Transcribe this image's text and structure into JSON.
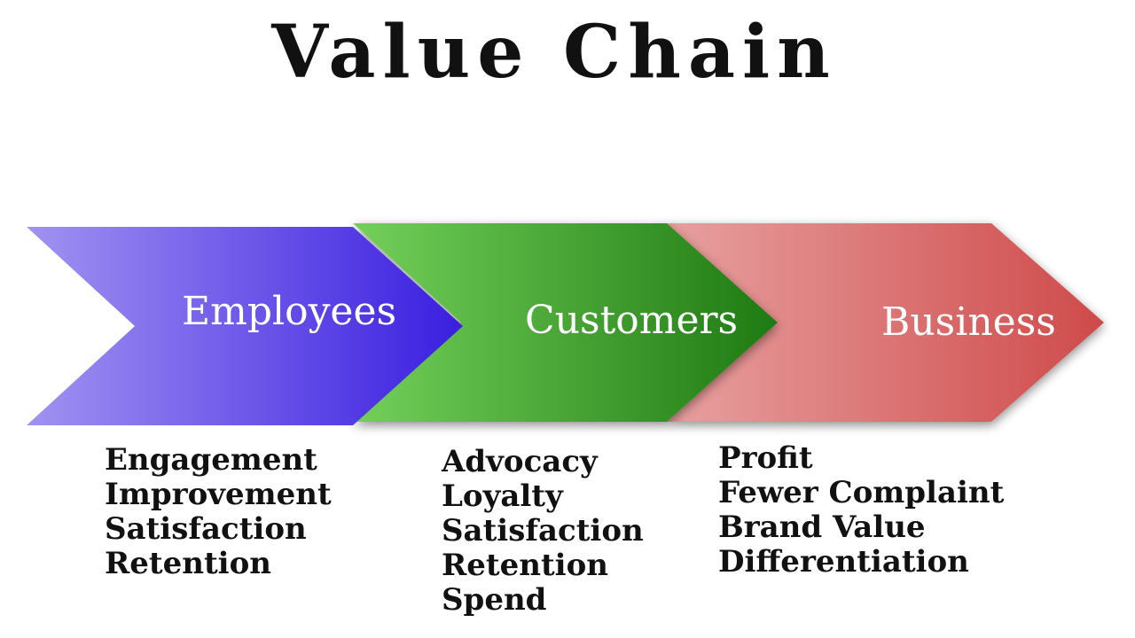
{
  "title": "Value Chain",
  "stages": [
    {
      "label": "Employees",
      "color_from": "#a193f2",
      "color_to": "#3a1ee0",
      "items": [
        "Engagement",
        "Improvement",
        "Satisfaction",
        "Retention"
      ]
    },
    {
      "label": "Customers",
      "color_from": "#74d05a",
      "color_to": "#1e7a12",
      "items": [
        "Advocacy",
        "Loyalty",
        "Satisfaction",
        "Retention",
        "Spend"
      ]
    },
    {
      "label": "Business",
      "color_from": "#e8a0a0",
      "color_to": "#cf4a4a",
      "items": [
        "Profit",
        "Fewer Complaint",
        "Brand Value",
        "Differentiation"
      ]
    }
  ]
}
